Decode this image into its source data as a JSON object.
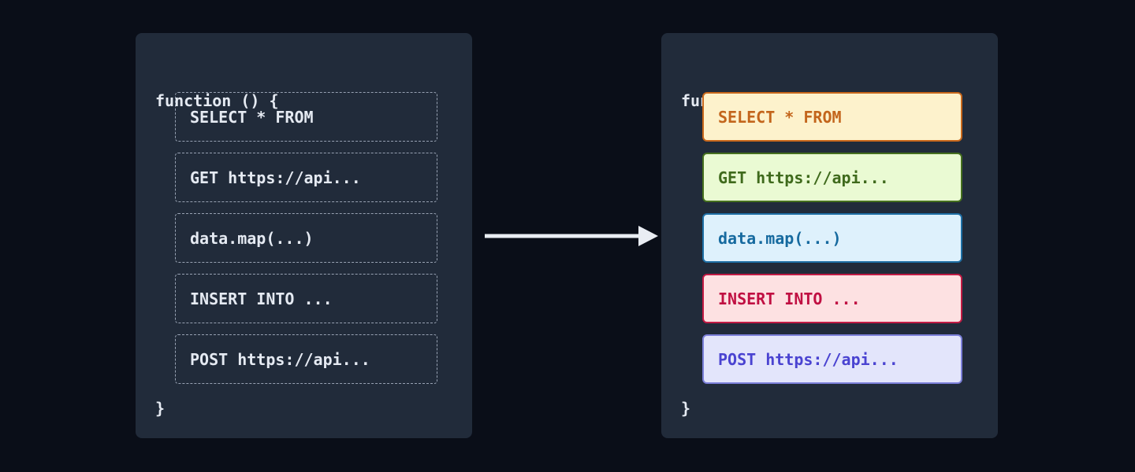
{
  "colors": {
    "page_bg": "#0a0e18",
    "panel_bg": "#212b3a",
    "panel_text": "#e5eaf2",
    "dashed_border": "#98a2b3",
    "arrow": "#e9edf3"
  },
  "left_panel": {
    "title": "function () {",
    "closing_brace": "}",
    "items": [
      {
        "label": "SELECT * FROM"
      },
      {
        "label": "GET https://api..."
      },
      {
        "label": "data.map(...)"
      },
      {
        "label": "INSERT INTO ..."
      },
      {
        "label": "POST https://api..."
      }
    ]
  },
  "right_panel": {
    "title": "function () {",
    "closing_brace": "}",
    "items": [
      {
        "label": "SELECT * FROM",
        "bg": "#fdf2cc",
        "border": "#c8671b",
        "text": "#c3651c"
      },
      {
        "label": "GET https://api...",
        "bg": "#eafad3",
        "border": "#45701e",
        "text": "#3f6a1c"
      },
      {
        "label": "data.map(...)",
        "bg": "#def1fc",
        "border": "#1e6fa5",
        "text": "#166a9f"
      },
      {
        "label": "INSERT INTO ...",
        "bg": "#fde1e2",
        "border": "#c11a44",
        "text": "#c00f42"
      },
      {
        "label": "POST https://api...",
        "bg": "#e3e5fb",
        "border": "#7b7fd9",
        "text": "#4a43d1"
      }
    ]
  }
}
